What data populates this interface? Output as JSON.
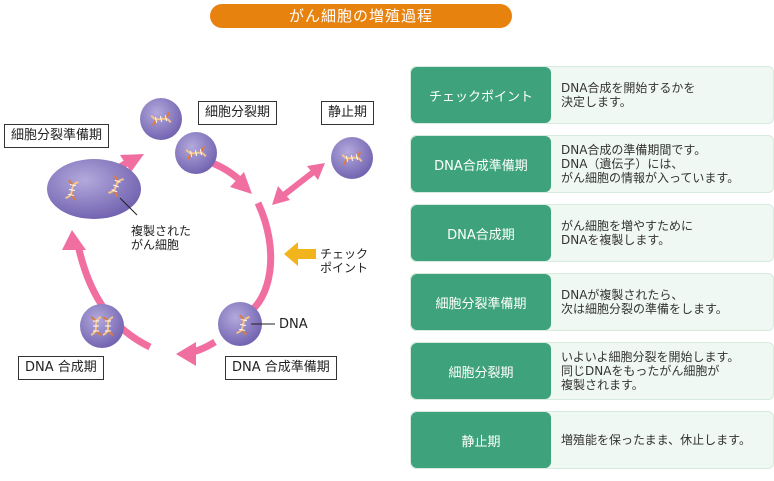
{
  "title": "がん細胞の増殖過程",
  "diagram": {
    "phases": {
      "m": "細胞分裂期",
      "prep_m": "細胞分裂準備期",
      "quiescent": "静止期",
      "s": "DNA 合成期",
      "g1": "DNA 合成準備期"
    },
    "labels": {
      "replicated_line1": "複製された",
      "replicated_line2": "がん細胞",
      "checkpoint_line1": "チェック",
      "checkpoint_line2": "ポイント",
      "dna": "DNA"
    },
    "colors": {
      "cycle_arrow": "#f06fa0",
      "cell": "#7e6fb8",
      "checkpoint_arrow": "#f1b41c"
    }
  },
  "phase_list": [
    {
      "label": "チェックポイント",
      "description": "DNA合成を開始するかを\n決定します。"
    },
    {
      "label": "DNA合成準備期",
      "description": "DNA合成の準備期間です。\nDNA（遺伝子）には、\nがん細胞の情報が入っています。"
    },
    {
      "label": "DNA合成期",
      "description": "がん細胞を増やすために\nDNAを複製します。"
    },
    {
      "label": "細胞分裂準備期",
      "description": "DNAが複製されたら、\n次は細胞分裂の準備をします。"
    },
    {
      "label": "細胞分裂期",
      "description": "いよいよ細胞分裂を開始します。\n同じDNAをもったがん細胞が\n複製されます。"
    },
    {
      "label": "静止期",
      "description": "増殖能を保ったまま、休止します。"
    }
  ],
  "colors": {
    "title_banner": "#e8820f",
    "label_green": "#3ea37c",
    "row_background": "#f0f8f3"
  }
}
